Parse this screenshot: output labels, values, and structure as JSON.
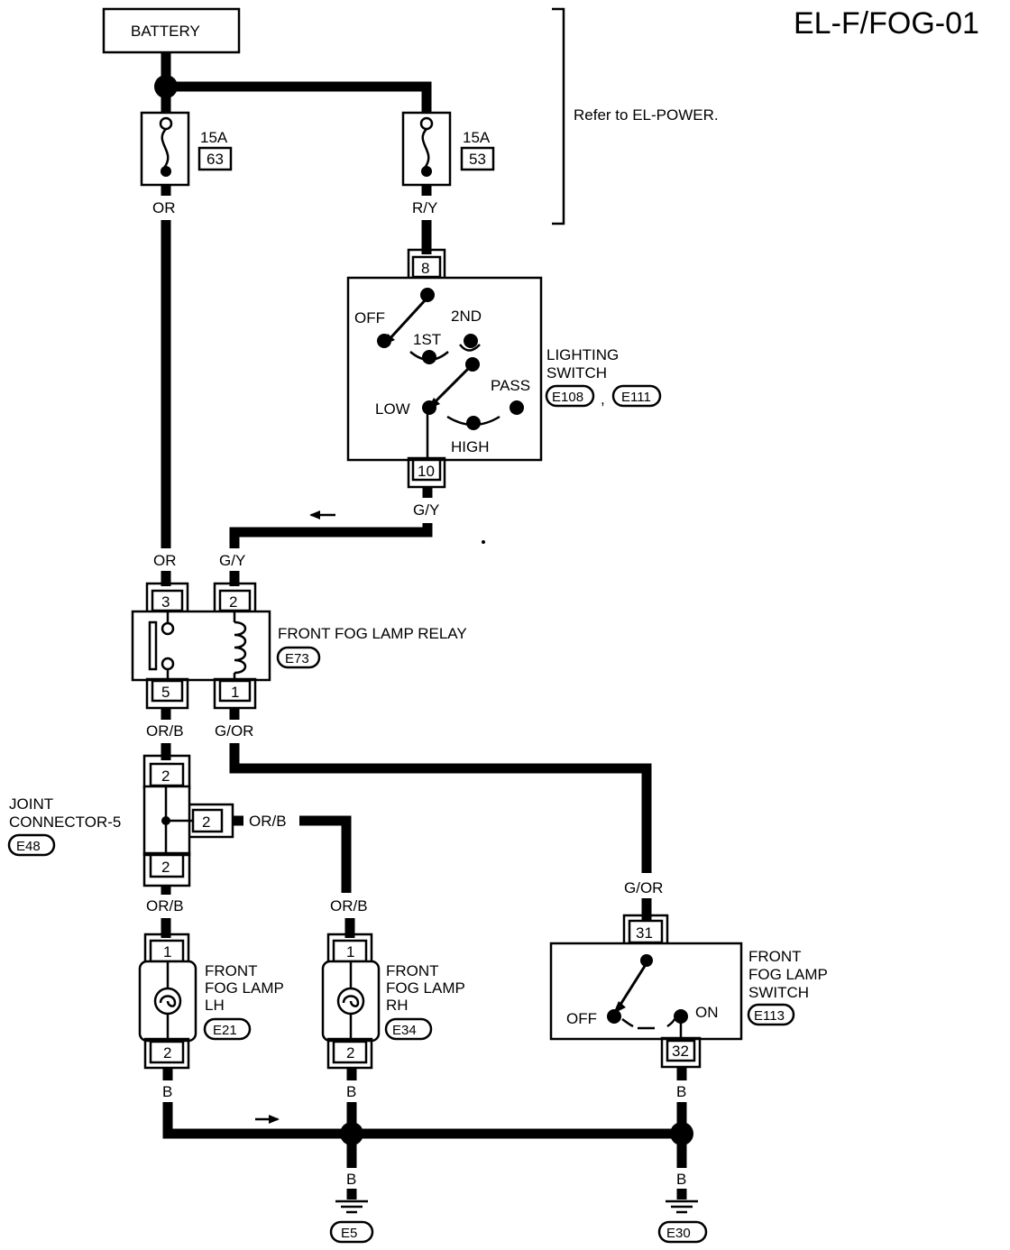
{
  "page_code": "EL-F/FOG-01",
  "battery": {
    "label": "BATTERY"
  },
  "refer_note": "Refer to EL-POWER.",
  "fuses": [
    {
      "rating": "15A",
      "number": "63"
    },
    {
      "rating": "15A",
      "number": "53"
    }
  ],
  "wire_colors": {
    "fuse63_out": "OR",
    "fuse53_out": "R/Y",
    "switch_out": "G/Y",
    "relay_in_or": "OR",
    "relay_in_gy": "G/Y",
    "relay_out_orb": "OR/B",
    "relay_out_gor": "G/OR",
    "jc_side": "OR/B",
    "jc_bottom": "OR/B",
    "rh_in": "OR/B",
    "fog_switch_in": "G/OR",
    "lh_ground": "B",
    "rh_ground": "B",
    "fog_switch_ground": "B",
    "e5_ground": "B",
    "e30_ground": "B"
  },
  "lighting_switch": {
    "label_line1": "LIGHTING",
    "label_line2": "SWITCH",
    "connector_a": "E108",
    "separator": ",",
    "connector_b": "E111",
    "pin_in": "8",
    "pin_out": "10",
    "positions": {
      "off": "OFF",
      "first": "1ST",
      "second": "2ND",
      "low": "LOW",
      "pass": "PASS",
      "high": "HIGH"
    }
  },
  "relay": {
    "label": "FRONT FOG LAMP RELAY",
    "connector": "E73",
    "pins": {
      "p3": "3",
      "p2": "2",
      "p5": "5",
      "p1": "1"
    }
  },
  "joint_connector": {
    "label_line1": "JOINT",
    "label_line2": "CONNECTOR-5",
    "connector": "E48",
    "pins": {
      "top": "2",
      "side": "2",
      "bottom": "2"
    }
  },
  "fog_lamp_lh": {
    "label_line1": "FRONT",
    "label_line2": "FOG LAMP",
    "label_line3": "LH",
    "connector": "E21",
    "pins": {
      "top": "1",
      "bottom": "2"
    }
  },
  "fog_lamp_rh": {
    "label_line1": "FRONT",
    "label_line2": "FOG LAMP",
    "label_line3": "RH",
    "connector": "E34",
    "pins": {
      "top": "1",
      "bottom": "2"
    }
  },
  "fog_switch": {
    "label_line1": "FRONT",
    "label_line2": "FOG LAMP",
    "label_line3": "SWITCH",
    "connector": "E113",
    "pin_in": "31",
    "pin_out": "32",
    "positions": {
      "off": "OFF",
      "on": "ON"
    }
  },
  "grounds": [
    {
      "connector": "E5"
    },
    {
      "connector": "E30"
    }
  ]
}
